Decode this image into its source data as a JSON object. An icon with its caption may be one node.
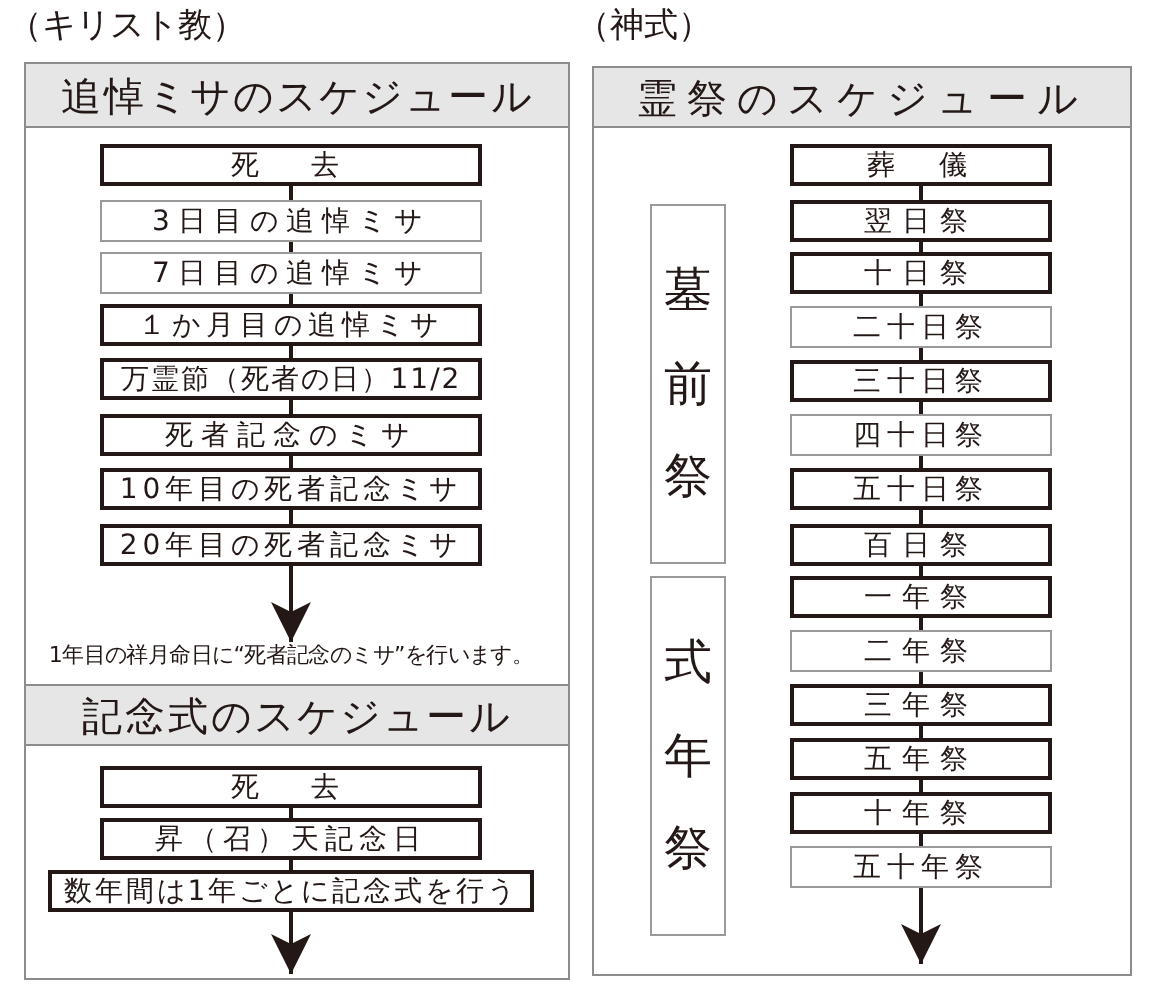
{
  "diagram": {
    "nodes": [
      {
        "text": [
          "追悼ミサのスケジュール"
        ]
      },
      {
        "text": [
          "死　去"
        ],
        "in": 0
      },
      {
        "text": [
          "3日目の追悼ミサ"
        ],
        "in": 0
      },
      {
        "text": [
          "7日目の追悼ミサ"
        ],
        "in": 0
      },
      {
        "text": [
          "１か月目の追悼ミサ"
        ],
        "in": 0
      },
      {
        "text": [
          "万霊節（死者の日）11/2"
        ],
        "in": 0
      },
      {
        "text": [
          "死者記念のミサ"
        ],
        "in": 0
      },
      {
        "text": [
          "10年目の死者記念ミサ"
        ],
        "in": 0
      },
      {
        "text": [
          "20年目の死者記念ミサ"
        ],
        "in": 0
      },
      {
        "text": [
          "1年目の祥月命日に“死者記念のミサ”を行います。"
        ],
        "in": 0
      },
      {
        "text": [
          "記念式のスケジュール"
        ]
      },
      {
        "text": [
          "死　去"
        ],
        "in": 10
      },
      {
        "text": [
          "昇（召）天記念日"
        ],
        "in": 10
      },
      {
        "text": [
          "数年間は1年ごとに記念式を行う"
        ],
        "in": 10
      },
      {
        "text": [
          "霊祭のスケジュール"
        ]
      },
      {
        "text": [
          "葬　儀"
        ],
        "in": 14
      },
      {
        "text": [
          "翌日祭"
        ],
        "in": 14
      },
      {
        "text": [
          "十日祭"
        ],
        "in": 14
      },
      {
        "text": [
          "二十日祭"
        ],
        "in": 14
      },
      {
        "text": [
          "三十日祭"
        ],
        "in": 14
      },
      {
        "text": [
          "四十日祭"
        ],
        "in": 14
      },
      {
        "text": [
          "五十日祭"
        ],
        "in": 14
      },
      {
        "text": [
          "百日祭"
        ],
        "in": 14
      },
      {
        "text": [
          "一年祭"
        ],
        "in": 14
      },
      {
        "text": [
          "二年祭"
        ],
        "in": 14
      },
      {
        "text": [
          "三年祭"
        ],
        "in": 14
      },
      {
        "text": [
          "五年祭"
        ],
        "in": 14
      },
      {
        "text": [
          "十年祭"
        ],
        "in": 14
      },
      {
        "text": [
          "五十年祭"
        ],
        "in": 14
      },
      {
        "text": [
          "墓前祭"
        ],
        "in": 14
      },
      {
        "text": [
          "式年祭"
        ],
        "in": 14
      }
    ],
    "edges": [
      {
        "from": 1,
        "to": 2,
        "arrow": "none"
      },
      {
        "from": 2,
        "to": 3,
        "arrow": "none"
      },
      {
        "from": 3,
        "to": 4,
        "arrow": "none"
      },
      {
        "from": 4,
        "to": 5,
        "arrow": "none"
      },
      {
        "from": 5,
        "to": 6,
        "arrow": "none"
      },
      {
        "from": 6,
        "to": 7,
        "arrow": "none"
      },
      {
        "from": 7,
        "to": 8,
        "arrow": "none"
      },
      {
        "from": 8,
        "to": 9,
        "arrow": "to"
      },
      {
        "from": 11,
        "to": 12,
        "arrow": "none"
      },
      {
        "from": 12,
        "to": 13,
        "arrow": "none"
      },
      {
        "from": 13,
        "to": null,
        "arrow": "to"
      },
      {
        "from": 15,
        "to": 16,
        "arrow": "none"
      },
      {
        "from": 16,
        "to": 17,
        "arrow": "none"
      },
      {
        "from": 17,
        "to": 18,
        "arrow": "none"
      },
      {
        "from": 18,
        "to": 19,
        "arrow": "none"
      },
      {
        "from": 19,
        "to": 20,
        "arrow": "none"
      },
      {
        "from": 20,
        "to": 21,
        "arrow": "none"
      },
      {
        "from": 21,
        "to": 22,
        "arrow": "none"
      },
      {
        "from": 22,
        "to": 23,
        "arrow": "none"
      },
      {
        "from": 23,
        "to": 24,
        "arrow": "none"
      },
      {
        "from": 24,
        "to": 25,
        "arrow": "none"
      },
      {
        "from": 25,
        "to": 26,
        "arrow": "none"
      },
      {
        "from": 26,
        "to": 27,
        "arrow": "none"
      },
      {
        "from": 27,
        "to": 28,
        "arrow": "none"
      },
      {
        "from": 28,
        "to": null,
        "arrow": "to"
      }
    ],
    "labels": [
      "（キリスト教）",
      "（神式）"
    ]
  }
}
